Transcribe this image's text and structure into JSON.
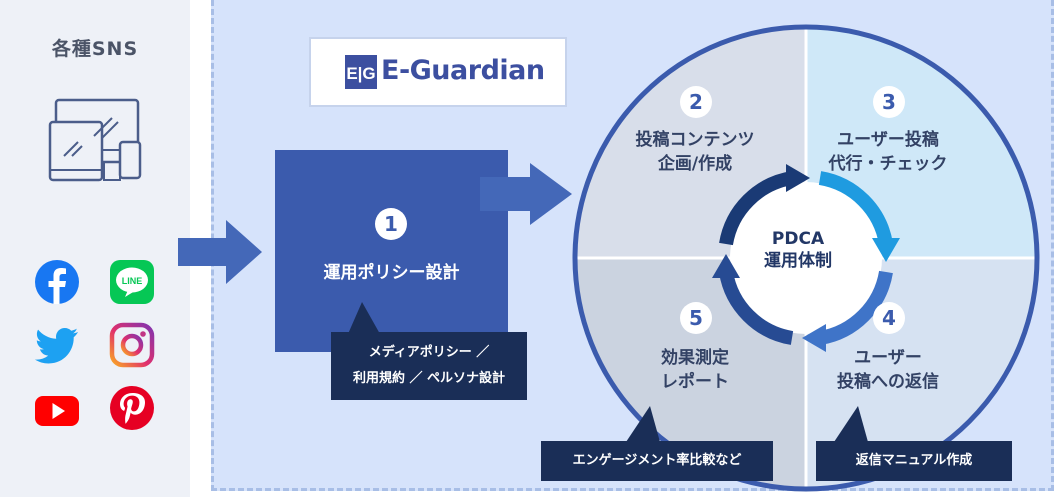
{
  "left": {
    "title": "各種SNS"
  },
  "logo": {
    "mark": "E|G",
    "text": "E-Guardian"
  },
  "policy": {
    "number": "1",
    "label": "運用ポリシー設計",
    "callout": [
      "メディアポリシー ／",
      "利用規約 ／ ペルソナ設計"
    ]
  },
  "quadrants": [
    {
      "number": "2",
      "lines": [
        "投稿コンテンツ",
        "企画/作成"
      ]
    },
    {
      "number": "3",
      "lines": [
        "ユーザー投稿",
        "代行・チェック"
      ]
    },
    {
      "number": "4",
      "lines": [
        "ユーザー",
        "投稿への返信"
      ]
    },
    {
      "number": "5",
      "lines": [
        "効果測定",
        "レポート"
      ]
    }
  ],
  "center": {
    "lines": [
      "PDCA",
      "運用体制"
    ]
  },
  "callouts": {
    "engagement": "エンゲージメント率比較など",
    "manual": "返信マニュアル作成"
  },
  "sns_icons": [
    "facebook-icon",
    "line-icon",
    "twitter-icon",
    "instagram-icon",
    "youtube-icon",
    "pinterest-icon"
  ],
  "colors": {
    "primary": "#3b5bad",
    "navy": "#1a2e57",
    "panel": "#d6e3fb",
    "facebook": "#1877f2",
    "line": "#06c755",
    "twitter": "#1da1f2",
    "youtube": "#ff0000",
    "pinterest": "#e60023"
  }
}
